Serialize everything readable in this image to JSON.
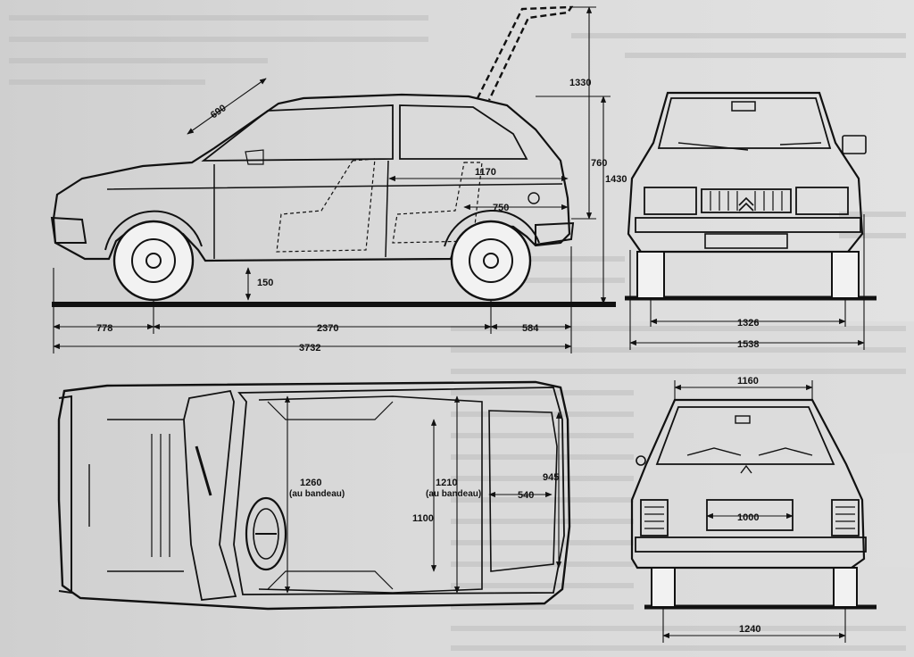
{
  "side_view": {
    "dimensions": {
      "glass_rake": "690",
      "boot_open_height": "1330",
      "body_height": "760",
      "overall_height": "1430",
      "interior_length": "1170",
      "rear_seat_to_back": "750",
      "ground_clearance": "150",
      "front_overhang": "778",
      "wheelbase": "2370",
      "rear_overhang": "584",
      "overall_length": "3732"
    }
  },
  "front_view": {
    "dimensions": {
      "front_track": "1326",
      "overall_width": "1538"
    }
  },
  "rear_view": {
    "dimensions": {
      "roof_width": "1160",
      "boot_opening_width": "1000",
      "rear_track": "1240"
    }
  },
  "top_view": {
    "dimensions": {
      "front_interior_width": "1260",
      "front_interior_note": "(au bandeau)",
      "rear_interior_width": "1210",
      "rear_interior_note": "(au bandeau)",
      "front_seat_width": "1100",
      "boot_length": "540",
      "boot_depth": "945"
    }
  }
}
